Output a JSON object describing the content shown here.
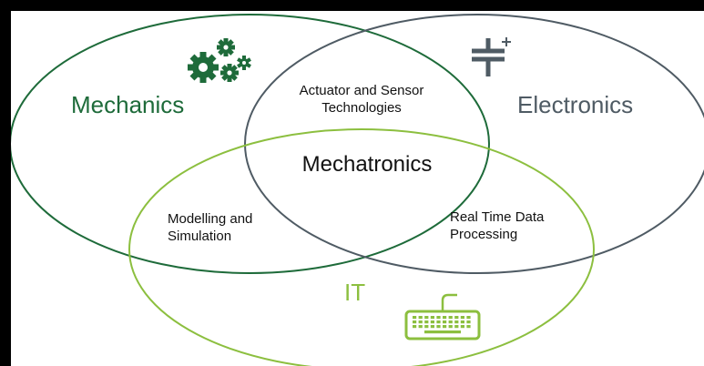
{
  "diagram": {
    "center_label": "Mechatronics",
    "circles": [
      {
        "id": "mechanics",
        "label": "Mechanics",
        "color": "#1e6b3a",
        "icon": "gears-icon"
      },
      {
        "id": "electronics",
        "label": "Electronics",
        "color": "#4f5b64",
        "icon": "capacitor-icon"
      },
      {
        "id": "it",
        "label": "IT",
        "color": "#8cbf3f",
        "icon": "keyboard-icon"
      }
    ],
    "overlaps": {
      "mechanics_electronics": [
        "Actuator and Sensor",
        "Technologies"
      ],
      "mechanics_it": [
        "Modelling and",
        "Simulation"
      ],
      "electronics_it": [
        "Real Time Data",
        "Processing"
      ]
    }
  }
}
